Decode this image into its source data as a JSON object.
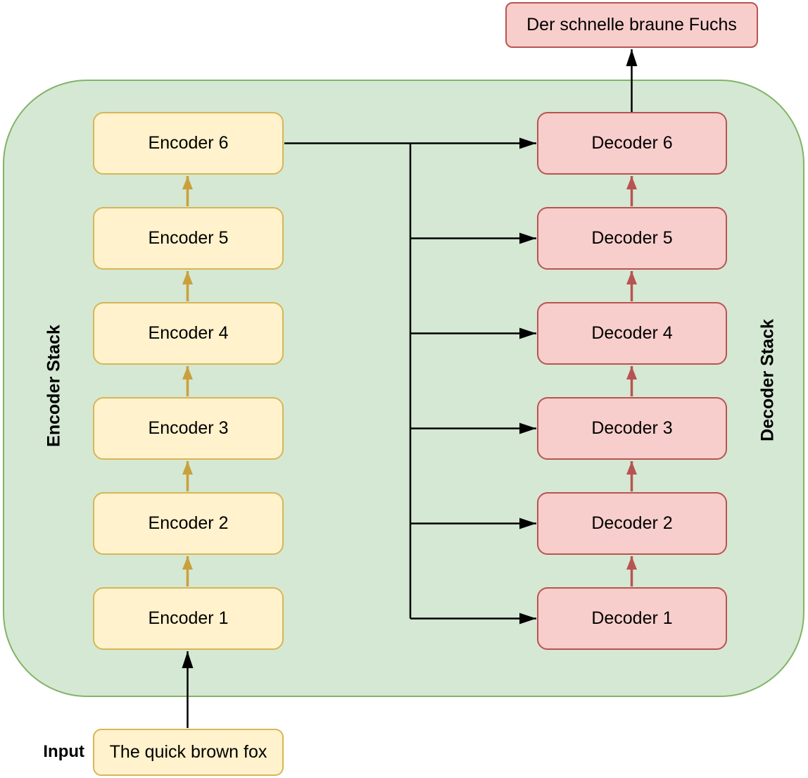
{
  "encoder_stack": {
    "title": "Encoder Stack",
    "boxes": [
      "Encoder 6",
      "Encoder 5",
      "Encoder 4",
      "Encoder 3",
      "Encoder 2",
      "Encoder 1"
    ]
  },
  "decoder_stack": {
    "title": "Decoder Stack",
    "boxes": [
      "Decoder 6",
      "Decoder 5",
      "Decoder 4",
      "Decoder 3",
      "Decoder 2",
      "Decoder 1"
    ]
  },
  "input": {
    "label": "Input",
    "text": "The quick brown fox"
  },
  "output": {
    "text": "Der schnelle braune Fuchs"
  },
  "colors": {
    "container_fill": "#d5e8d4",
    "container_border": "#82b366",
    "encoder_fill": "#fff2cc",
    "encoder_border": "#d6b656",
    "encoder_arrow": "#c9a13b",
    "decoder_fill": "#f8cecc",
    "decoder_border": "#b85450",
    "decoder_arrow": "#b85450",
    "connector": "#000000"
  }
}
